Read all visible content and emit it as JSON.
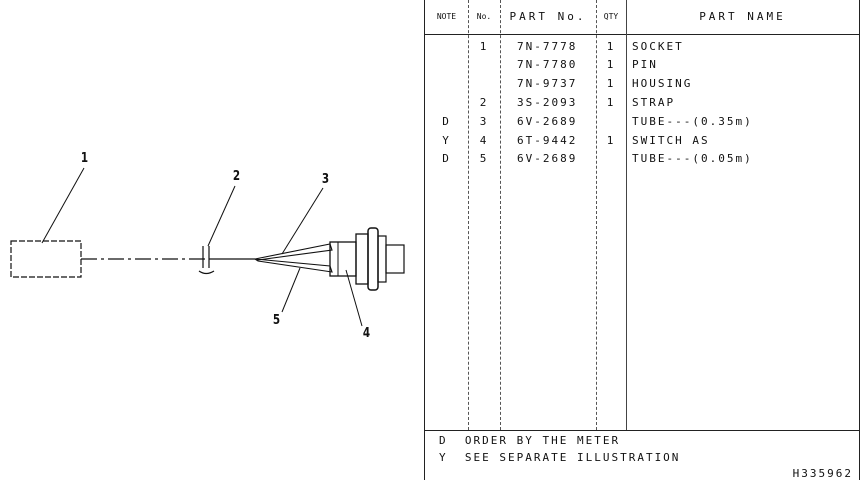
{
  "callouts": [
    "1",
    "2",
    "3",
    "4",
    "5"
  ],
  "columns": {
    "note": "NOTE",
    "no": "No.",
    "part_no": "PART  No.",
    "qty": "QTY",
    "part_name": "PART NAME"
  },
  "rows": [
    {
      "note": "",
      "no": "1",
      "part_no": "7N-7778",
      "qty": "1",
      "name": "SOCKET"
    },
    {
      "note": "",
      "no": "",
      "part_no": "7N-7780",
      "qty": "1",
      "name": "PIN"
    },
    {
      "note": "",
      "no": "",
      "part_no": "7N-9737",
      "qty": "1",
      "name": "HOUSING"
    },
    {
      "note": "",
      "no": "2",
      "part_no": "3S-2093",
      "qty": "1",
      "name": "STRAP"
    },
    {
      "note": "D",
      "no": "3",
      "part_no": "6V-2689",
      "qty": "",
      "name": "TUBE---(0.35m)"
    },
    {
      "note": "Y",
      "no": "4",
      "part_no": "6T-9442",
      "qty": "1",
      "name": "SWITCH AS"
    },
    {
      "note": "D",
      "no": "5",
      "part_no": "6V-2689",
      "qty": "",
      "name": "TUBE---(0.05m)"
    }
  ],
  "footer": {
    "line1": "D  ORDER BY THE METER",
    "line2": "Y  SEE SEPARATE ILLUSTRATION",
    "reference": "H335962"
  }
}
